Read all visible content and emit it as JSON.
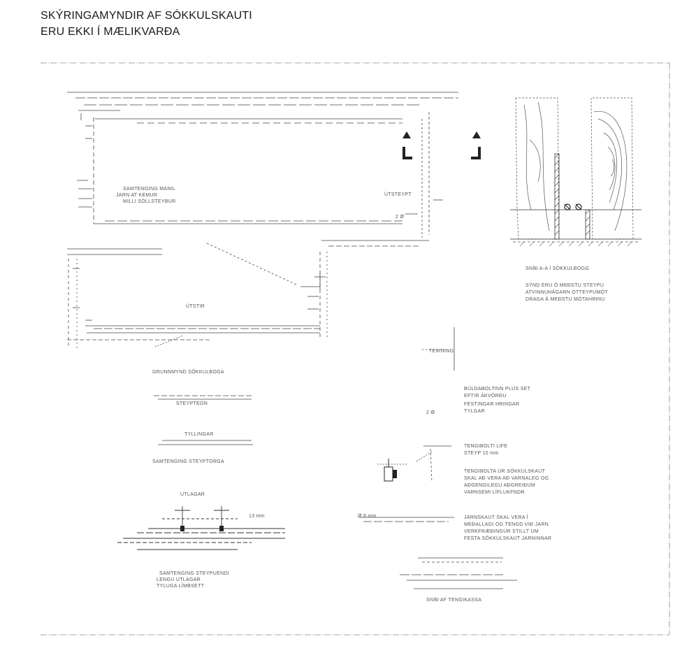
{
  "header": {
    "title_line1": "SKÝRINGAMYNDIR AF SÓKKULSKAUTI",
    "title_line2": "ERU EKKI Í MÆLIKVARÐA"
  },
  "sheet": {
    "detail_labels": {
      "samtenging": [
        "SAMTENGING MANIL",
        "JARN AT KEMUR",
        "MILLI SÓLLSTEYBUR"
      ],
      "utsteypt": "ÚTSTEYPT",
      "utstir": "ÚTSTIR",
      "grunnmynd": "GRUNNMYND SÖKKULBOGA",
      "steyp_tegn": "STEYPTEGN",
      "tyllingar": "TYLLINGAR",
      "samtenging_steyptorga": "SAMTENGING STEYPTORGA",
      "utlagar": "UTLAGAR",
      "dimension_mm": "13 mm",
      "samtenging_steypuend": [
        "SAMTENGING STEYPUENDI",
        "LENGU UTLAGAR",
        "TYLUGA LÍMBSETT"
      ],
      "snid_a": "SNÍÐ A-A Í SÖKKULBOGG",
      "snid_a_notes": [
        "SÝND ERU Ó MEÐSTU STEYPU",
        "ATVINNUHÁGARN OTTEYPUMÓT",
        "DRAGA Á MEÐSTU MÓTAHRINU"
      ],
      "teikning": "TEIKNING",
      "boltinn": [
        "BÚLDABOLTINN PLÚS SET",
        "EFTIR ÁKVÖRÐU",
        "FESTINGAR HRINGAR",
        "TYLGAR"
      ],
      "tengibolti": [
        "TENGIBOLTI LIFE",
        "STEYP 10 mm"
      ],
      "tenging_notes": [
        "TENGIBOLTA ÚR SÖKKULSKAUT",
        "SKAL AÐ VERA AÐ VARNALEG OG",
        "AÐGENGILEGU AÐGREIÐUM",
        "VARNSEMI LÍFLUKFNDR"
      ],
      "jarnskaut_notes": [
        "JARNSKAUT SKAL VERA Í",
        "MEÐALLAGI OG TENGD VIÐ JARN",
        "VERKFRÆÐINGUR STILLT UM",
        "FESTA SÖKKULSKAUT JARNINNAR"
      ],
      "dim_small": "Ø 8 mm",
      "dim_small2": "2 Ø",
      "snid_tengikassi": "SNÍÐ AF TENGIKASSA"
    }
  }
}
